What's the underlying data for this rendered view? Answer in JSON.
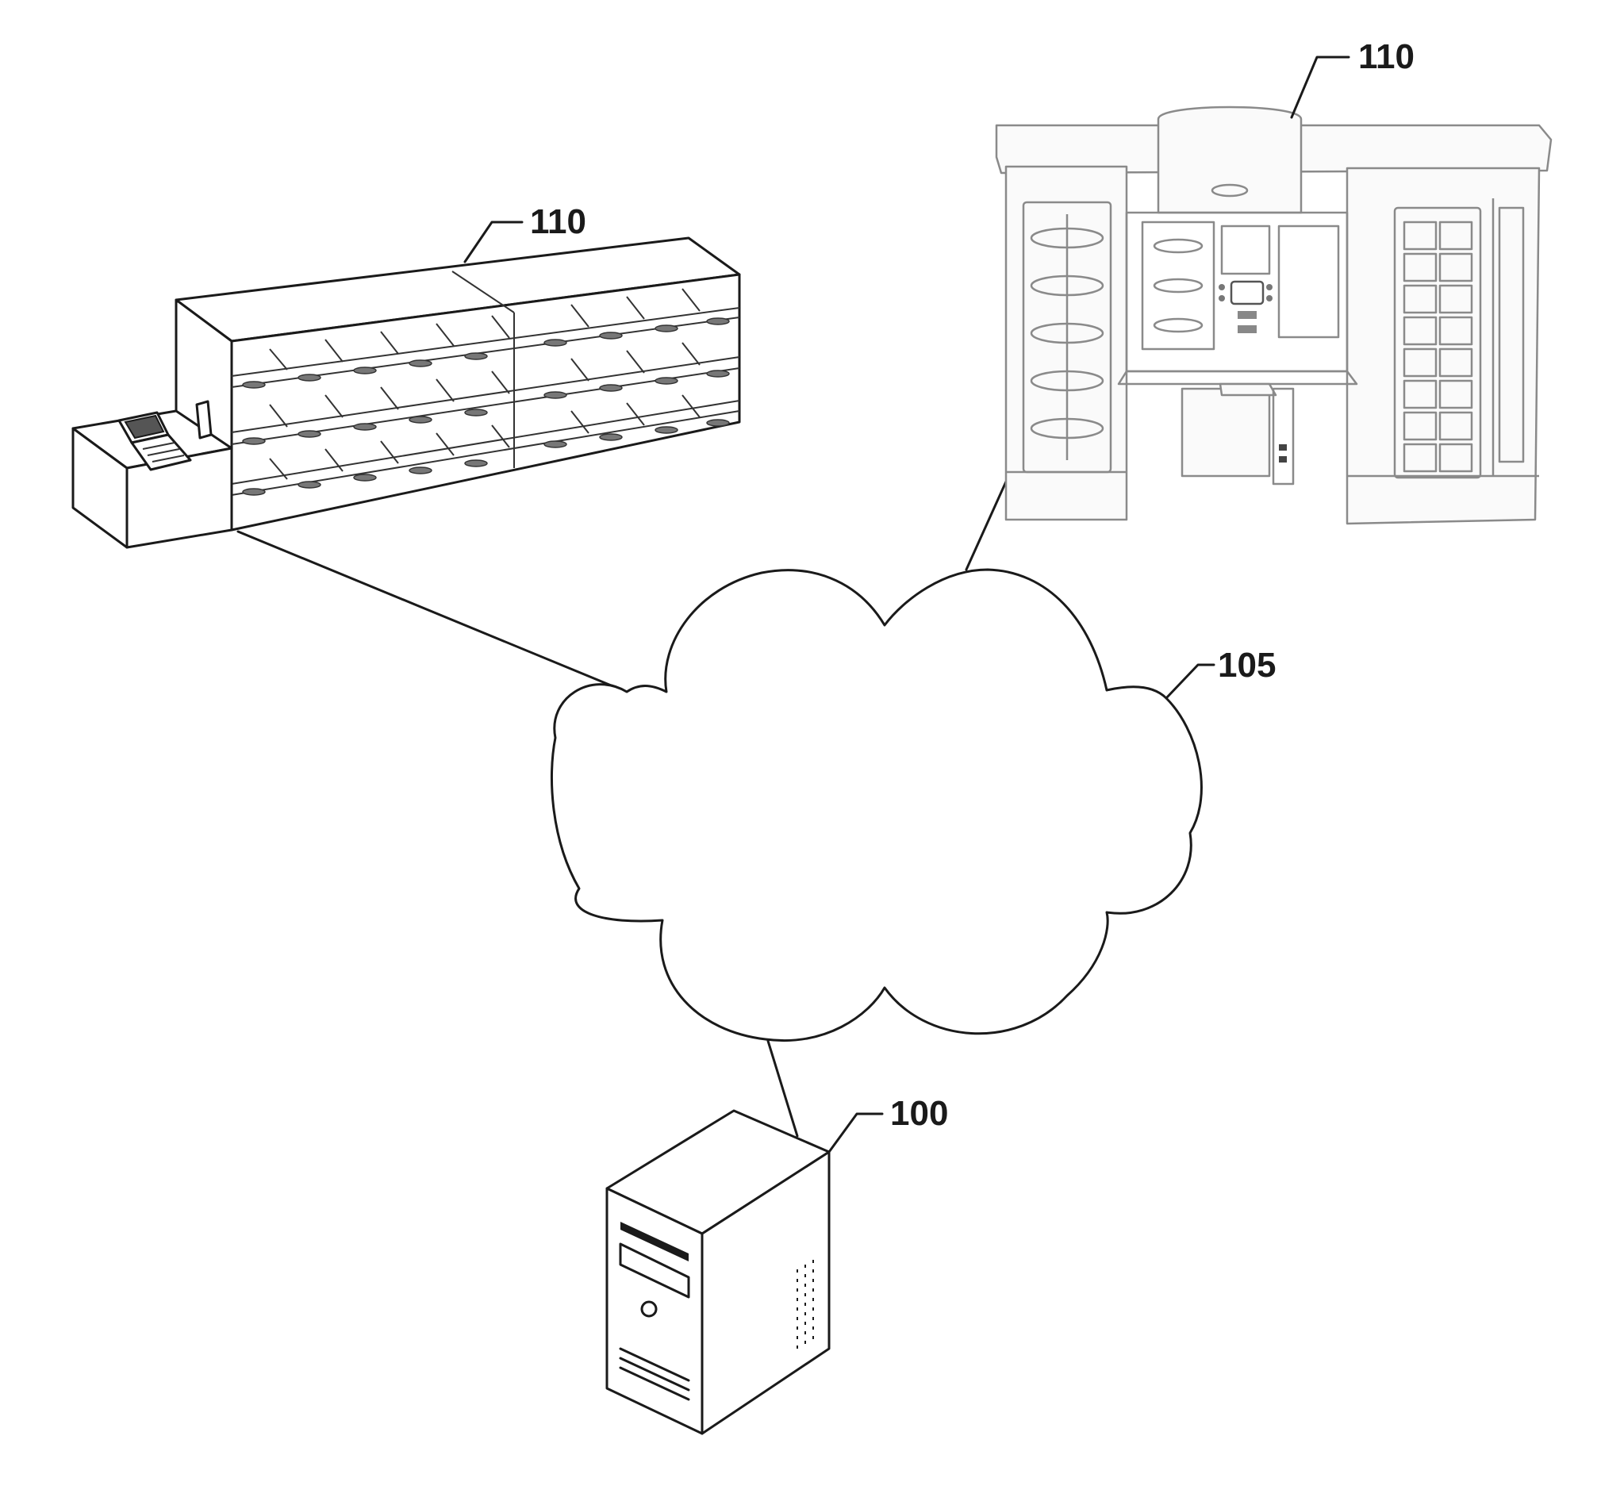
{
  "figure": {
    "labels": {
      "cabinet_left": "110",
      "cabinet_right": "110",
      "network": "105",
      "server": "100"
    }
  }
}
